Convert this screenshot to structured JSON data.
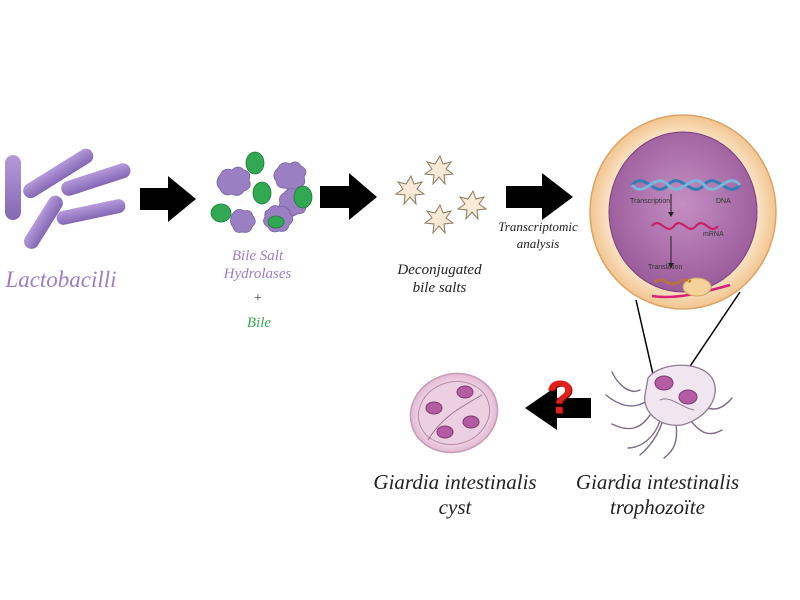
{
  "labels": {
    "lactobacilli": "Lactobacilli",
    "bile_salt_line1": "Bile Salt",
    "bile_salt_line2": "Hydrolases",
    "plus": "+",
    "bile": "Bile",
    "deconjugated_line1": "Deconjugated",
    "deconjugated_line2": "bile salts",
    "transcriptomic_line1": "Transcriptomic",
    "transcriptomic_line2": "analysis",
    "transcription": "Transcription",
    "dna": "DNA",
    "mrna": "mRNA",
    "translation": "Translation",
    "cyst_line1": "Giardia intestinalis",
    "cyst_line2": "cyst",
    "trophozoite_line1": "Giardia intestinalis",
    "trophozoite_line2": "trophozoïte",
    "question_mark": "?"
  },
  "colors": {
    "lactobacilli": "#9b7fc4",
    "bile": "#3aa653",
    "hydrolase": "#9a80c2",
    "arrow": "#000000",
    "question": "#e0201b",
    "cell_outer": "#f8d9b6",
    "nucleus": "#a86aa8"
  }
}
